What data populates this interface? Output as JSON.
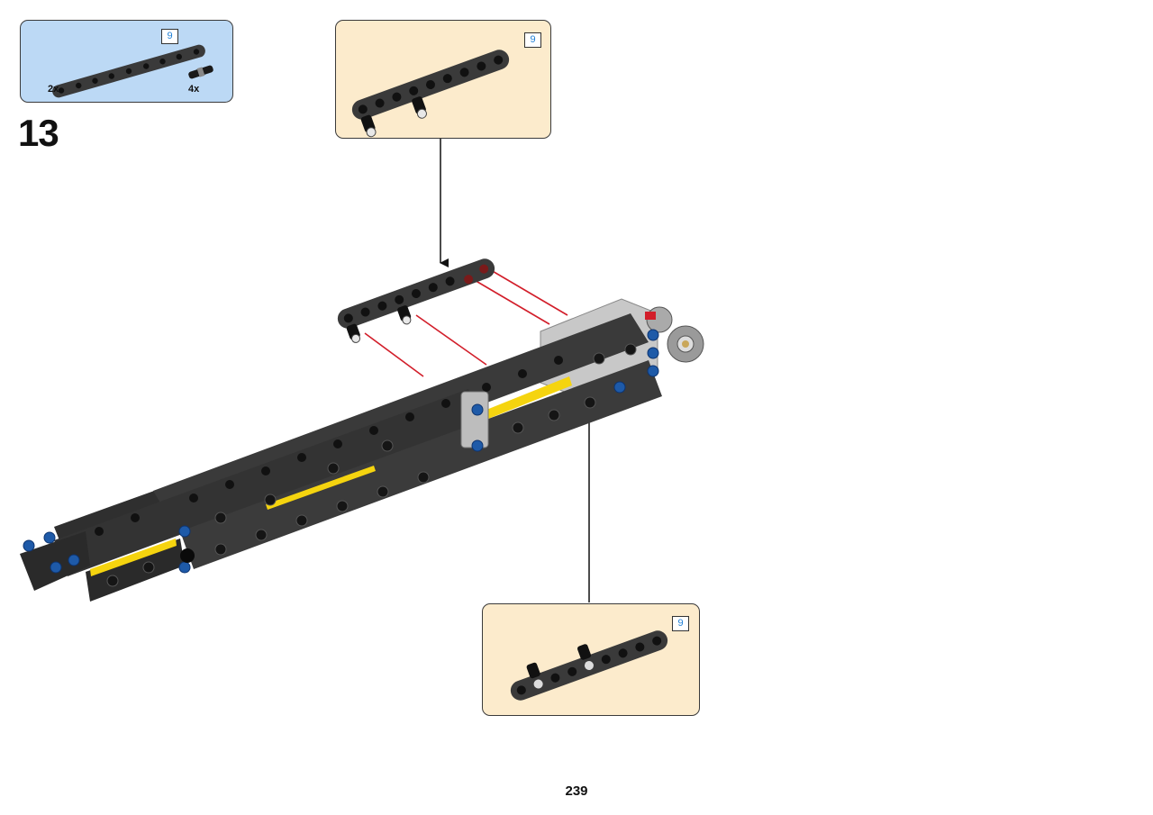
{
  "parts_list": {
    "beam": {
      "length_badge": "9",
      "quantity": "2x"
    },
    "pin": {
      "quantity": "4x"
    }
  },
  "step": {
    "number": "13"
  },
  "subassembly_top": {
    "length_badge": "9"
  },
  "subassembly_bottom": {
    "length_badge": "9"
  },
  "page": {
    "number": "239"
  },
  "colors": {
    "parts_box_bg": "#bcd9f5",
    "subassembly_bg": "#fcebcc",
    "beam_dark": "#3a3a3a",
    "pin_blue": "#1e5aa8",
    "accent_yellow": "#f5d40f",
    "guide_red": "#d21e2a",
    "badge_blue": "#1f7fd6"
  }
}
